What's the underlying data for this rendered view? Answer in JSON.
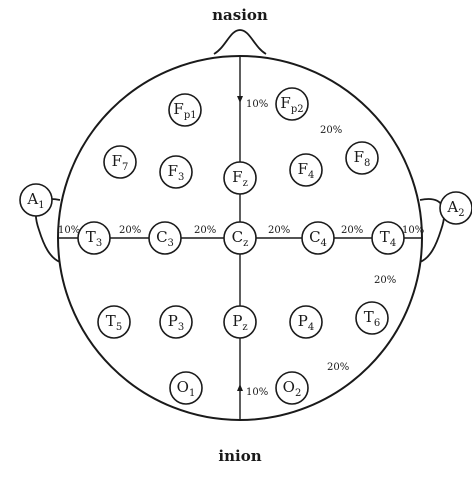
{
  "diagram": {
    "top_label": "nasion",
    "bottom_label": "inion",
    "colors": {
      "ink": "#1a1a1a",
      "background": "#ffffff"
    },
    "electrodes": [
      {
        "id": "Fp1",
        "main": "F",
        "sub": "p1"
      },
      {
        "id": "Fp2",
        "main": "F",
        "sub": "p2"
      },
      {
        "id": "F7",
        "main": "F",
        "sub": "7"
      },
      {
        "id": "F3",
        "main": "F",
        "sub": "3"
      },
      {
        "id": "Fz",
        "main": "F",
        "sub": "z"
      },
      {
        "id": "F4",
        "main": "F",
        "sub": "4"
      },
      {
        "id": "F8",
        "main": "F",
        "sub": "8"
      },
      {
        "id": "A1",
        "main": "A",
        "sub": "1"
      },
      {
        "id": "A2",
        "main": "A",
        "sub": "2"
      },
      {
        "id": "T3",
        "main": "T",
        "sub": "3"
      },
      {
        "id": "C3",
        "main": "C",
        "sub": "3"
      },
      {
        "id": "Cz",
        "main": "C",
        "sub": "z"
      },
      {
        "id": "C4",
        "main": "C",
        "sub": "4"
      },
      {
        "id": "T4",
        "main": "T",
        "sub": "4"
      },
      {
        "id": "T5",
        "main": "T",
        "sub": "5"
      },
      {
        "id": "P3",
        "main": "P",
        "sub": "3"
      },
      {
        "id": "Pz",
        "main": "P",
        "sub": "z"
      },
      {
        "id": "P4",
        "main": "P",
        "sub": "4"
      },
      {
        "id": "T6",
        "main": "T",
        "sub": "6"
      },
      {
        "id": "O1",
        "main": "O",
        "sub": "1"
      },
      {
        "id": "O2",
        "main": "O",
        "sub": "2"
      }
    ],
    "percent_labels": {
      "top": "10%",
      "upper_right": "20%",
      "left_edge": "10%",
      "t3_c3": "20%",
      "c3_cz": "20%",
      "cz_c4": "20%",
      "c4_t4": "20%",
      "right_edge": "10%",
      "right_mid": "20%",
      "lower_right": "20%",
      "bottom": "10%"
    }
  }
}
